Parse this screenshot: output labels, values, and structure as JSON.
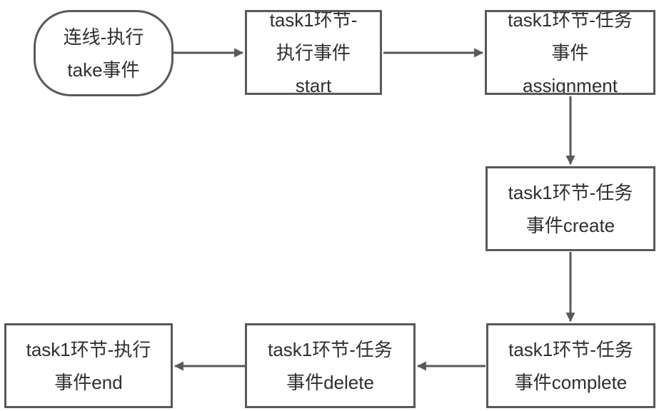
{
  "diagram": {
    "nodes": [
      {
        "id": "take",
        "shape": "stadium",
        "lines": [
          "连线-执行",
          "take事件"
        ]
      },
      {
        "id": "start",
        "shape": "rect",
        "lines": [
          "task1环节-",
          "执行事件",
          "start"
        ]
      },
      {
        "id": "assignment",
        "shape": "rect",
        "lines": [
          "task1环节-任务",
          "事件",
          "assignment"
        ]
      },
      {
        "id": "create",
        "shape": "rect",
        "lines": [
          "task1环节-任务",
          "事件create"
        ]
      },
      {
        "id": "complete",
        "shape": "rect",
        "lines": [
          "task1环节-任务",
          "事件complete"
        ]
      },
      {
        "id": "delete",
        "shape": "rect",
        "lines": [
          "task1环节-任务",
          "事件delete"
        ]
      },
      {
        "id": "end",
        "shape": "rect",
        "lines": [
          "task1环节-执行",
          "事件end"
        ]
      }
    ],
    "edges": [
      {
        "from": "take",
        "to": "start"
      },
      {
        "from": "start",
        "to": "assignment"
      },
      {
        "from": "assignment",
        "to": "create"
      },
      {
        "from": "create",
        "to": "complete"
      },
      {
        "from": "complete",
        "to": "delete"
      },
      {
        "from": "delete",
        "to": "end"
      }
    ]
  },
  "colors": {
    "stroke": "#595959",
    "text": "#2f2f2f",
    "background": "#ffffff"
  }
}
